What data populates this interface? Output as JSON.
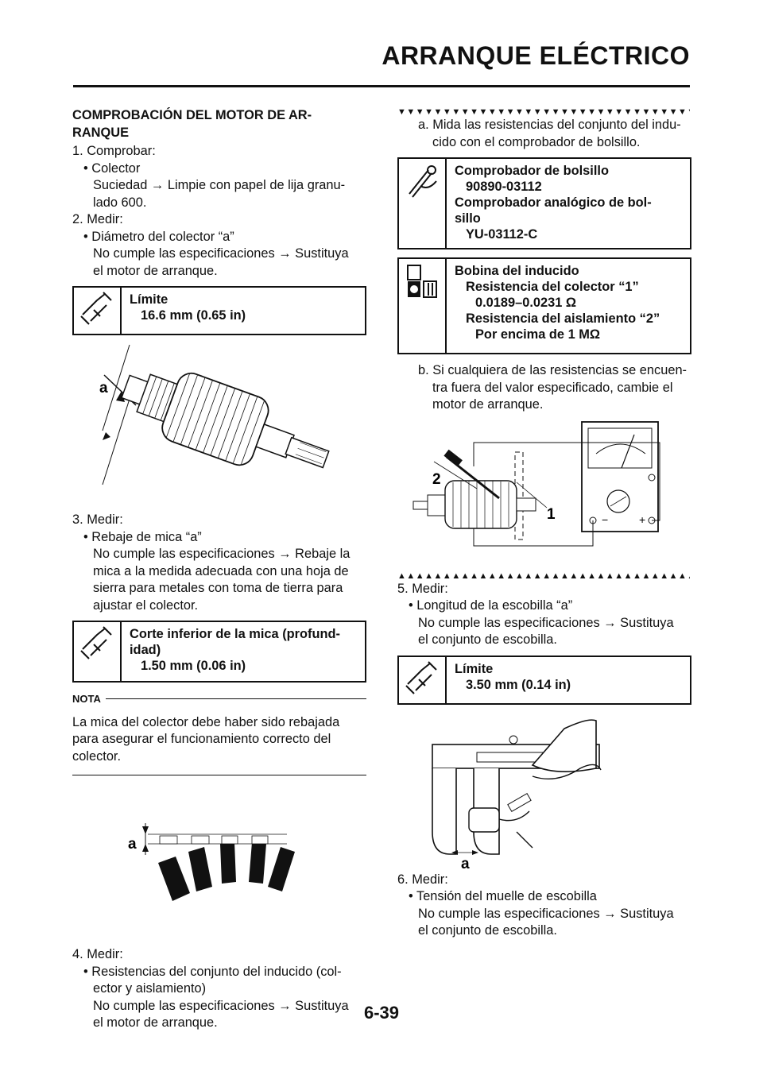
{
  "header": {
    "title": "ARRANQUE ELÉCTRICO"
  },
  "left": {
    "heading_line1": "COMPROBACIÓN DEL MOTOR DE AR-",
    "heading_line2": "RANQUE",
    "s1": "1.  Comprobar:",
    "s1_b": "• Colector",
    "s1_t1": "Suciedad → Limpie con papel de lija granu-",
    "s1_t2": "lado 600.",
    "s2": "2.  Medir:",
    "s2_b": "• Diámetro del colector “a”",
    "s2_t1": "No cumple las especificaciones → Sustituya",
    "s2_t2": "el motor de arranque.",
    "spec1_l1": "Límite",
    "spec1_l2": "16.6 mm (0.65 in)",
    "fig1_label": "a",
    "s3": "3.  Medir:",
    "s3_b": "• Rebaje de mica “a”",
    "s3_t1": "No cumple las especificaciones → Rebaje la",
    "s3_t2": "mica a la medida adecuada con una hoja de",
    "s3_t3": "sierra para metales con toma de tierra para",
    "s3_t4": "ajustar el colector.",
    "spec2_l1": "Corte inferior de la mica (profund-",
    "spec2_l2": "idad)",
    "spec2_l3": "1.50 mm (0.06 in)",
    "nota_title": "NOTA",
    "nota_l1": "La mica del colector debe haber sido rebajada",
    "nota_l2": "para asegurar el funcionamiento correcto del",
    "nota_l3": "colector.",
    "fig2_label": "a",
    "s4": "4.  Medir:",
    "s4_b1": "• Resistencias del conjunto del inducido (col-",
    "s4_b2": "ector y aislamiento)",
    "s4_t1": "No cumple las especificaciones → Sustituya",
    "s4_t2": "el motor de arranque."
  },
  "right": {
    "tri_down": "▼▼▼▼▼▼▼▼▼▼▼▼▼▼▼▼▼▼▼▼▼▼▼▼▼▼▼▼▼▼▼▼▼",
    "sa1": "a.  Mida las resistencias del conjunto del indu-",
    "sa2": "cido con el comprobador de bolsillo.",
    "tool_l1": "Comprobador de bolsillo",
    "tool_l2": "90890-03112",
    "tool_l3": "Comprobador analógico de bol-",
    "tool_l4": "sillo",
    "tool_l5": "YU-03112-C",
    "spec3_l1": "Bobina del inducido",
    "spec3_l2": "Resistencia del colector “1”",
    "spec3_l3": "0.0189–0.0231 Ω",
    "spec3_l4": "Resistencia del aislamiento “2”",
    "spec3_l5": "Por encima de 1 MΩ",
    "sb1": "b.  Si cualquiera de las resistencias se encuen-",
    "sb2": "tra fuera del valor especificado, cambie el",
    "sb3": "motor de arranque.",
    "fig3_label1": "1",
    "fig3_label2": "2",
    "fig3_minus": "−",
    "fig3_plus": "+",
    "tri_up": "▲▲▲▲▲▲▲▲▲▲▲▲▲▲▲▲▲▲▲▲▲▲▲▲▲▲▲▲▲▲▲▲▲",
    "s5": "5.  Medir:",
    "s5_b": "• Longitud de la escobilla “a”",
    "s5_t1": "No cumple las especificaciones → Sustituya",
    "s5_t2": "el conjunto de escobilla.",
    "spec4_l1": "Límite",
    "spec4_l2": "3.50 mm (0.14 in)",
    "fig4_label": "a",
    "s6": "6.  Medir:",
    "s6_b": "• Tensión del muelle de escobilla",
    "s6_t1": "No cumple las especificaciones → Sustituya",
    "s6_t2": "el conjunto de escobilla."
  },
  "footer": {
    "page_number": "6-39"
  }
}
